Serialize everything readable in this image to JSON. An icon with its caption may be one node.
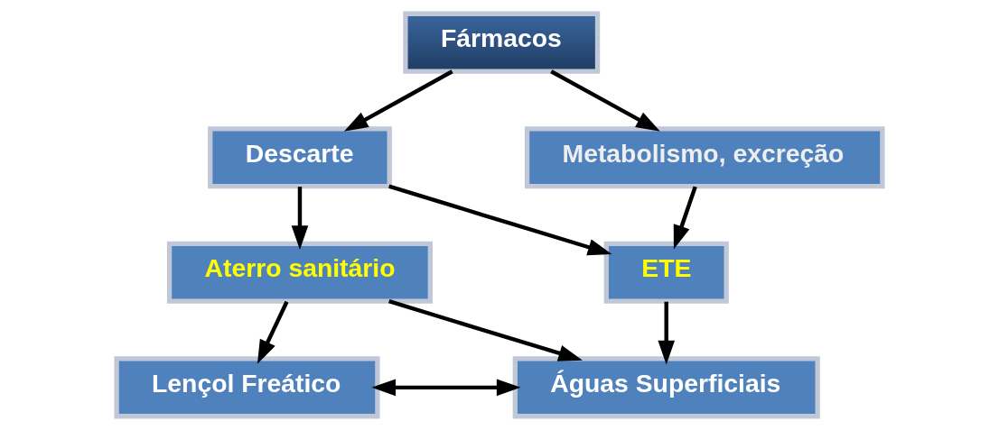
{
  "diagram": {
    "nodes": [
      {
        "text": [
          "Fármacos"
        ]
      },
      {
        "text": [
          "Descarte"
        ]
      },
      {
        "text": [
          "Metabolismo, excreção"
        ]
      },
      {
        "text": [
          "Aterro sanitário"
        ]
      },
      {
        "text": [
          "ETE"
        ]
      },
      {
        "text": [
          "Lençol Freático"
        ]
      },
      {
        "text": [
          "Águas Superficiais"
        ]
      }
    ],
    "edges": [
      {
        "from": 0,
        "to": 1,
        "arrow": "to"
      },
      {
        "from": 0,
        "to": 2,
        "arrow": "to"
      },
      {
        "from": 1,
        "to": 3,
        "arrow": "to"
      },
      {
        "from": 1,
        "to": 4,
        "arrow": "to"
      },
      {
        "from": 2,
        "to": 4,
        "arrow": "to"
      },
      {
        "from": 3,
        "to": 5,
        "arrow": "to"
      },
      {
        "from": 3,
        "to": 6,
        "arrow": "to"
      },
      {
        "from": 4,
        "to": 6,
        "arrow": "to"
      },
      {
        "from": 5,
        "to": 6,
        "arrow": "both"
      }
    ]
  }
}
